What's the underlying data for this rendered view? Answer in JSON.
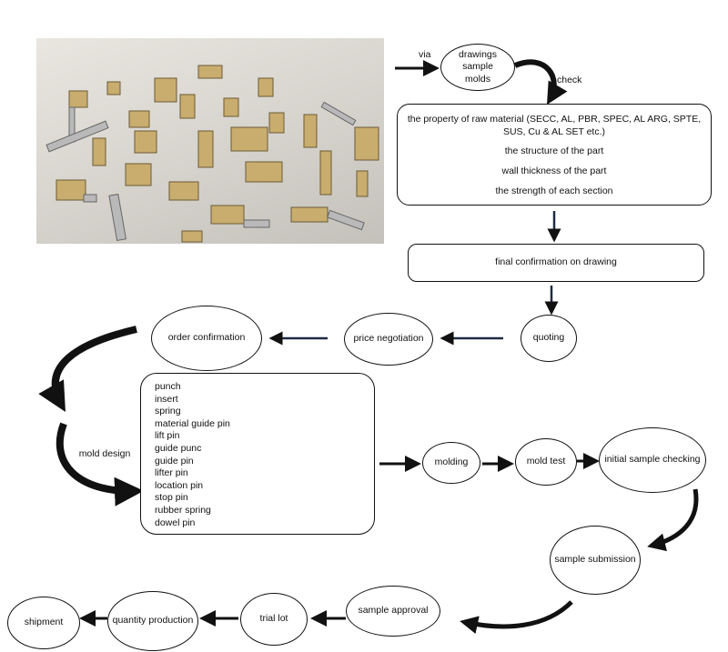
{
  "photo": {
    "description_icon": "metal-parts-photo"
  },
  "labels": {
    "via": "via",
    "check": "check"
  },
  "nodes": {
    "drawings": "drawings\nsample\nmolds",
    "properties": [
      "the property of raw material (SECC, AL, PBR, SPEC, AL ARG, SPTE, SUS, Cu & AL SET etc.)",
      "the structure of the part",
      "wall thickness of the part",
      "the strength of each section"
    ],
    "final_confirmation": "final confirmation on drawing",
    "quoting": "quoting",
    "price_negotiation": "price negotiation",
    "order_confirmation": "order confirmation",
    "mold_design": "mold design",
    "mold_parts": [
      "punch",
      "insert",
      "spring",
      "material guide pin",
      "lift pin",
      "guide punc",
      "guide pin",
      "lifter pin",
      "location pin",
      "stop pin",
      "rubber spring",
      "dowel pin"
    ],
    "molding": "molding",
    "mold_test": "mold test",
    "initial_sample_checking": "initial sample checking",
    "sample_submission": "sample submission",
    "sample_approval": "sample approval",
    "trial_lot": "trial lot",
    "quantity_production": "quantity production",
    "shipment": "shipment"
  },
  "colors": {
    "stroke": "#111111",
    "arrow_outline": "#1f2a44",
    "photo_bg": "#d6d3cd"
  }
}
